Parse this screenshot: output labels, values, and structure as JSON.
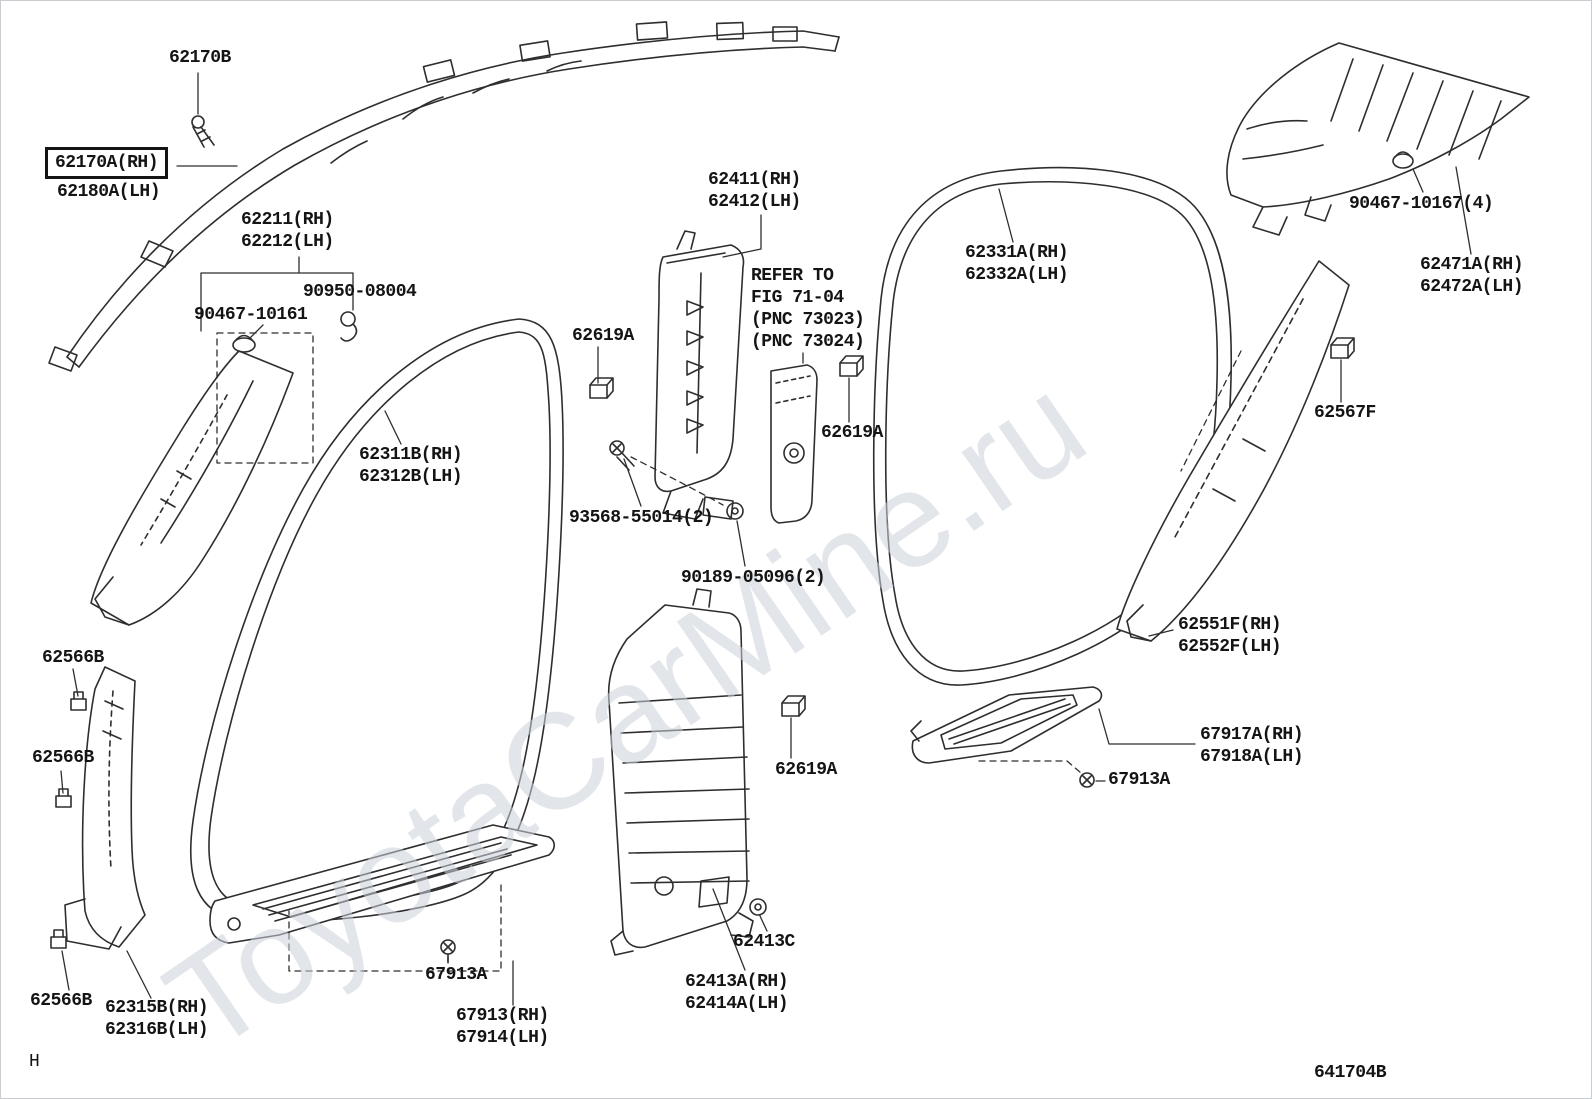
{
  "diagram": {
    "watermark": "ToyotaCarMine.ru",
    "sheet_code": "641704B",
    "corner_letter": "H",
    "colors": {
      "ink": "#2e2e2e",
      "watermark": "#ccd3da",
      "background": "#ffffff"
    },
    "note": {
      "lines": [
        "REFER TO",
        "FIG 71-04",
        "(PNC 73023)",
        "(PNC 73024)"
      ]
    },
    "callouts": [
      {
        "text": "62170B"
      },
      {
        "text": "62170A(RH)",
        "boxed": true
      },
      {
        "text": "62180A(LH)"
      },
      {
        "text": "62211(RH)"
      },
      {
        "text": "62212(LH)"
      },
      {
        "text": "90950-08004"
      },
      {
        "text": "90467-10161"
      },
      {
        "text": "62619A"
      },
      {
        "text": "62411(RH)"
      },
      {
        "text": "62412(LH)"
      },
      {
        "text": "62619A"
      },
      {
        "text": "62311B(RH)"
      },
      {
        "text": "62312B(LH)"
      },
      {
        "text": "93568-55014(2)"
      },
      {
        "text": "90189-05096(2)"
      },
      {
        "text": "62331A(RH)"
      },
      {
        "text": "62332A(LH)"
      },
      {
        "text": "90467-10167(4)"
      },
      {
        "text": "62471A(RH)"
      },
      {
        "text": "62472A(LH)"
      },
      {
        "text": "62567F"
      },
      {
        "text": "62551F(RH)"
      },
      {
        "text": "62552F(LH)"
      },
      {
        "text": "67917A(RH)"
      },
      {
        "text": "67918A(LH)"
      },
      {
        "text": "67913A"
      },
      {
        "text": "62566B"
      },
      {
        "text": "62566B"
      },
      {
        "text": "62619A"
      },
      {
        "text": "62413C"
      },
      {
        "text": "62413A(RH)"
      },
      {
        "text": "62414A(LH)"
      },
      {
        "text": "67913A"
      },
      {
        "text": "67913(RH)"
      },
      {
        "text": "67914(LH)"
      },
      {
        "text": "62566B"
      },
      {
        "text": "62315B(RH)"
      },
      {
        "text": "62316B(LH)"
      }
    ]
  }
}
